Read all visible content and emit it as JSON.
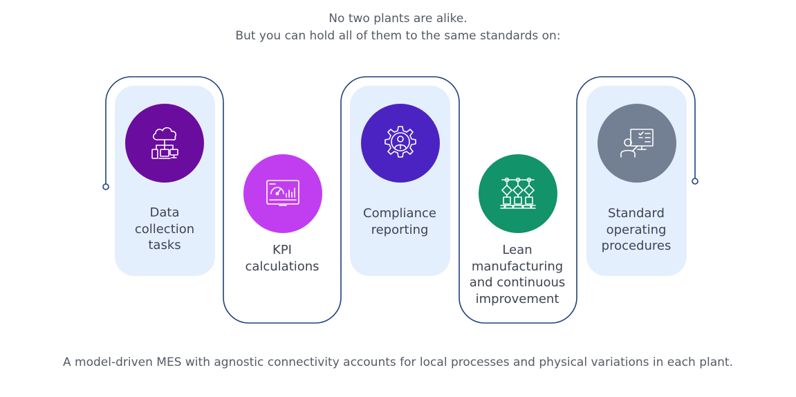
{
  "intro": {
    "line1": "No two plants are alike.",
    "line2": "But you can hold all of them to the same standards on:"
  },
  "steps": [
    {
      "label": "Data\ncollection\ntasks",
      "icon": "cloud-network-icon",
      "color": "#6a0c9e"
    },
    {
      "label": "KPI\ncalculations",
      "icon": "dashboard-gauge-icon",
      "color": "#c13ef0"
    },
    {
      "label": "Compliance\nreporting",
      "icon": "gear-person-icon",
      "color": "#4b23c2"
    },
    {
      "label": "Lean\nmanufacturing\nand continuous\nimprovement",
      "icon": "conveyor-line-icon",
      "color": "#12936a"
    },
    {
      "label": "Standard\noperating\nprocedures",
      "icon": "presenter-checklist-icon",
      "color": "#737f93"
    }
  ],
  "footer": "A model-driven MES with agnostic connectivity accounts for local processes and physical variations in each plant.",
  "colors": {
    "card_bg": "#e4effd",
    "connector": "#1f3f7a"
  }
}
